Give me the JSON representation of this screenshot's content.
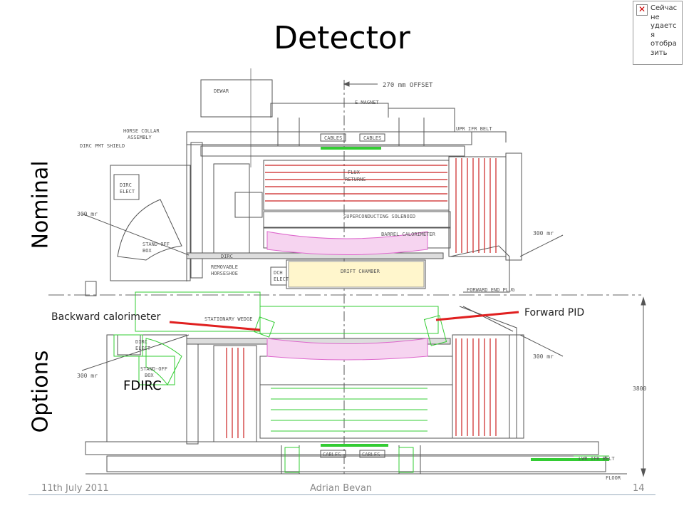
{
  "slide": {
    "title": "Detector",
    "nominal_label": "Nominal",
    "options_label": "Options"
  },
  "annotations": {
    "backward_calorimeter": "Backward calorimeter",
    "forward_pid": "Forward PID",
    "fdirc": "FDIRC"
  },
  "drawing_labels": {
    "offset": "270 mm OFFSET",
    "dewar": "DEWAR",
    "e_magnet": "E MAGNET",
    "cables1": "CABLES",
    "cables2": "CABLES",
    "upr_ifr_belt": "UPR IFR BELT",
    "horse_collar": "HORSE COLLAR",
    "assembly": "ASSEMBLY",
    "dirc_pmt_shield": "DIRC PMT SHIELD",
    "flux_return": "FLUX",
    "returns": "RETURNS",
    "dirc_elect": "DIRC",
    "elect": "ELECT",
    "superconducting_solenoid": "SUPERCONDUCTING SOLENOID",
    "barrel_calorimeter": "BARREL CALORIMETER",
    "stand_off_box": "STAND-OFF",
    "box": "BOX",
    "dirc_small": "DIRC",
    "removable_horseshoe": "REMOVABLE",
    "horseshoe": "HORSESHOE",
    "dch_elect": "DCH",
    "elect2": "ELECT",
    "drift_chamber": "DRIFT CHAMBER",
    "forward_end_plug": "FORWARD END PLUG",
    "mr_300_a": "300 mr",
    "mr_300_b": "300 mr",
    "mr_300_c": "300 mr",
    "mr_300_d": "300 mr",
    "stationary_wedge": "STATIONARY WEDGE",
    "dirc_elect_opt": "DIRC",
    "elect_opt": "ELECT",
    "stand_off_opt": "STAND-OFF",
    "box_opt": "BOX",
    "dim_3800": "3800",
    "cables3": "CABLES",
    "cables4": "CABLES",
    "lwr_ifr_belt": "LWR IFR BELT",
    "floor": "FLOOR"
  },
  "footer": {
    "date": "11th July 2011",
    "author": "Adrian Bevan",
    "page": "14"
  },
  "missing_image_text": [
    "Сейчас",
    "не",
    "удаетс",
    "я",
    "отобра",
    "зить"
  ],
  "colors": {
    "line": "#555555",
    "green": "#33cc33",
    "red": "#cc2222",
    "magenta": "#dd66cc",
    "yellow": "#fff6cc"
  }
}
